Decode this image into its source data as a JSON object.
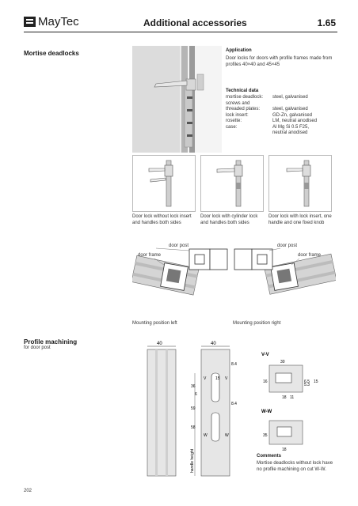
{
  "header": {
    "brand": "MayTec",
    "title": "Additional accessories",
    "page_code": "1.65"
  },
  "mortise": {
    "section_title": "Mortise deadlocks",
    "application_heading": "Application",
    "application_text": "Door locks for doors with profile frames made from profiles 40×40 and 45×45",
    "technical_heading": "Technical data",
    "technical_rows": [
      {
        "label": "mortise deadlock:",
        "value": "steel, galvanised"
      },
      {
        "label": "screws and",
        "value": ""
      },
      {
        "label": "threaded plates:",
        "value": "steel, galvanised"
      },
      {
        "label": "lock insert:",
        "value": "GD-Zn, galvanised"
      },
      {
        "label": "rosette:",
        "value": "LM, neutral anodised"
      },
      {
        "label": "case:",
        "value": "Al Mg Si 0.5 F25,"
      },
      {
        "label": "",
        "value": "neutral anodised"
      }
    ],
    "variants": [
      {
        "caption": "Door lock without lock insert and handles both sides"
      },
      {
        "caption": "Door lock with cylinder lock and handles both sides"
      },
      {
        "caption": "Door lock with lock insert, one handle and one fixed knob"
      }
    ],
    "mounting": {
      "left_caption": "Mounting position left",
      "right_caption": "Mounting position right",
      "door_post": "door post",
      "door_frame": "door frame"
    }
  },
  "machining": {
    "section_title": "Profile machining",
    "section_subtitle": "for door post",
    "dims": {
      "w40a": "40",
      "w40b": "40",
      "d84": "8.4",
      "d84b": "8.4",
      "d15": "15",
      "d36": "36",
      "d59": "59",
      "d58": "58",
      "d53": "5.3",
      "d6": "6",
      "handle_height": "handle height",
      "vv": "V-V",
      "ww": "W-W",
      "v": "V",
      "w": "W",
      "d30": "30",
      "d18": "18",
      "d11": "11",
      "d65": "6.5",
      "d15b": "15",
      "d16": "16",
      "d35": "35",
      "d18b": "18"
    },
    "comments_heading": "Comments",
    "comments_text": "Mortise deadlocks without lock have no profile machining on cut W-W."
  },
  "footer": {
    "page_number": "202"
  }
}
